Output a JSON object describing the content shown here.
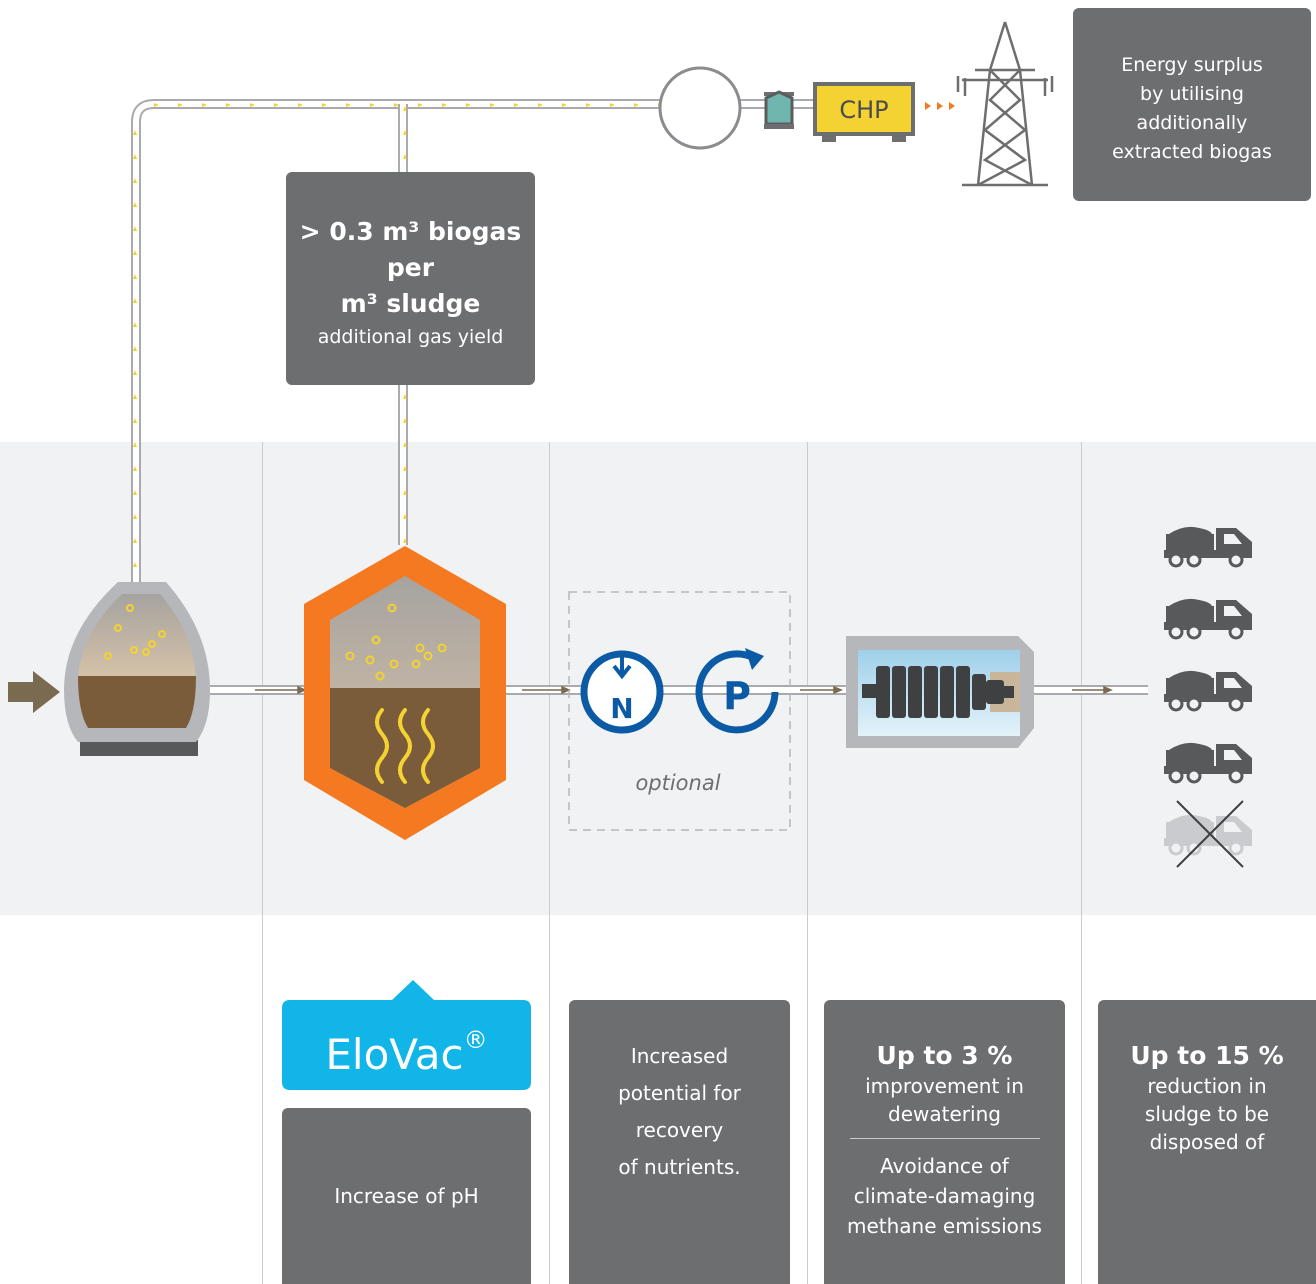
{
  "energy_box": {
    "lines": [
      "Energy surplus",
      "by utilising",
      "additionally",
      "extracted biogas"
    ]
  },
  "chp_label": "CHP",
  "biogas_box": {
    "headline_lines": [
      "> 0.3 m³ biogas",
      "per",
      "m³ sludge"
    ],
    "subtext": "additional gas yield"
  },
  "nutrients": {
    "n_label": "N",
    "p_label": "P",
    "optional_label": "optional"
  },
  "elovac": {
    "brand": "EloVac",
    "reg_mark": "®",
    "description": "Increase of pH"
  },
  "recovery_box": {
    "lines": [
      "Increased",
      "potential for",
      "recovery",
      "of nutrients."
    ]
  },
  "dewatering_box": {
    "headline": "Up to 3 %",
    "lines": [
      "improvement in",
      "dewatering"
    ],
    "sub_lines": [
      "Avoidance of",
      "climate-damaging",
      "methane emissions"
    ]
  },
  "disposal_box": {
    "headline": "Up to 15 %",
    "lines": [
      "reduction in",
      "sludge to be",
      "disposed of"
    ]
  },
  "colors": {
    "box_gray": "#6d6e70",
    "orange": "#f47920",
    "yellow": "#f3d231",
    "blue": "#0a5aa5",
    "cyan": "#12b5e8",
    "sludge": "#7a5c3a"
  }
}
